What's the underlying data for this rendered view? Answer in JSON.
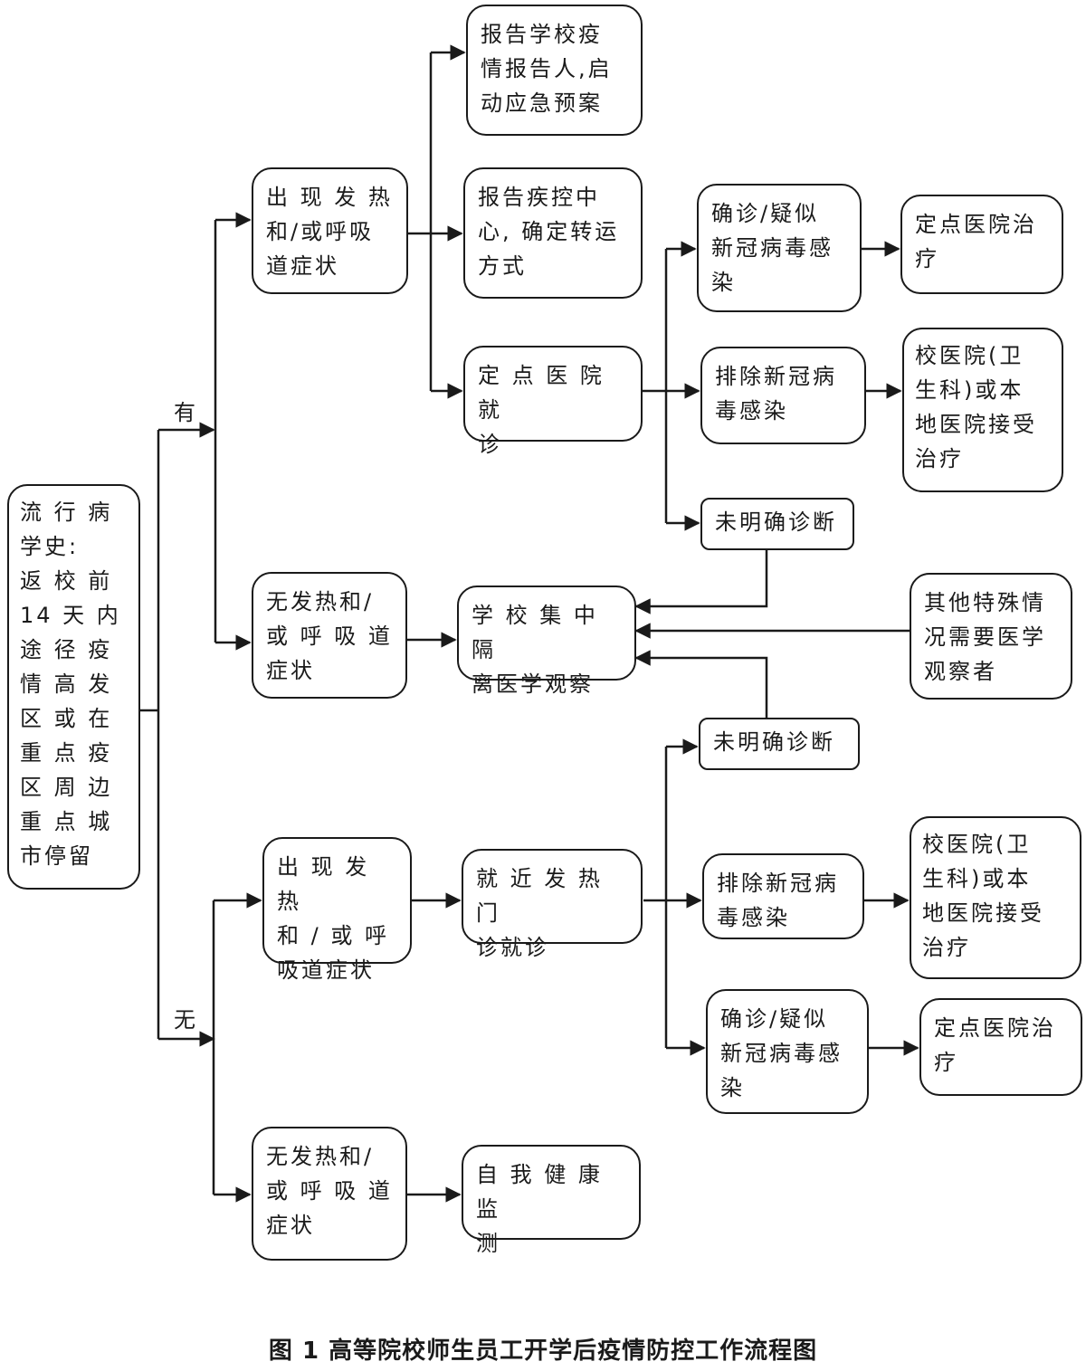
{
  "nodes": {
    "history": "流 行 病\n学史:\n返 校 前\n14 天 内\n途 径 疫\n情 高 发\n区 或 在\n重 点 疫\n区 周 边\n重 点 城\n市停留",
    "yes_fever": "出 现 发 热\n和/或呼吸\n道症状",
    "yes_report_school": "报告学校疫\n情报告人,启\n动应急预案",
    "yes_report_cdc": "报告疾控中\n心, 确定转运\n方式",
    "yes_designated_visit": "定 点 医 院 就\n诊",
    "yes_confirmed": "确诊/疑似\n新冠病毒感\n染",
    "yes_designated_treat": "定点医院治\n疗",
    "yes_excluded": "排除新冠病\n毒感染",
    "yes_local_treat": "校医院(卫\n生科)或本\n地医院接受\n治疗",
    "yes_undiagnosed": "未明确诊断",
    "yes_nofever": "无发热和/\n或 呼 吸 道\n症状",
    "quarantine": "学 校 集 中 隔\n离医学观察",
    "other_special": "其他特殊情\n况需要医学\n观察者",
    "no_undiagnosed": "未明确诊断",
    "no_fever": "出 现 发 热\n和 / 或 呼\n吸道症状",
    "no_fever_clinic": "就 近 发 热 门\n诊就诊",
    "no_excluded": "排除新冠病\n毒感染",
    "no_local_treat": "校医院(卫\n生科)或本\n地医院接受\n治疗",
    "no_confirmed": "确诊/疑似\n新冠病毒感\n染",
    "no_designated_treat": "定点医院治\n疗",
    "no_nofever": "无发热和/\n或 呼 吸 道\n症状",
    "no_selfmonitor": "自 我 健 康 监\n测"
  },
  "branch_labels": {
    "yes": "有",
    "no": "无"
  },
  "caption": "图 1  高等院校师生员工开学后疫情防控工作流程图"
}
